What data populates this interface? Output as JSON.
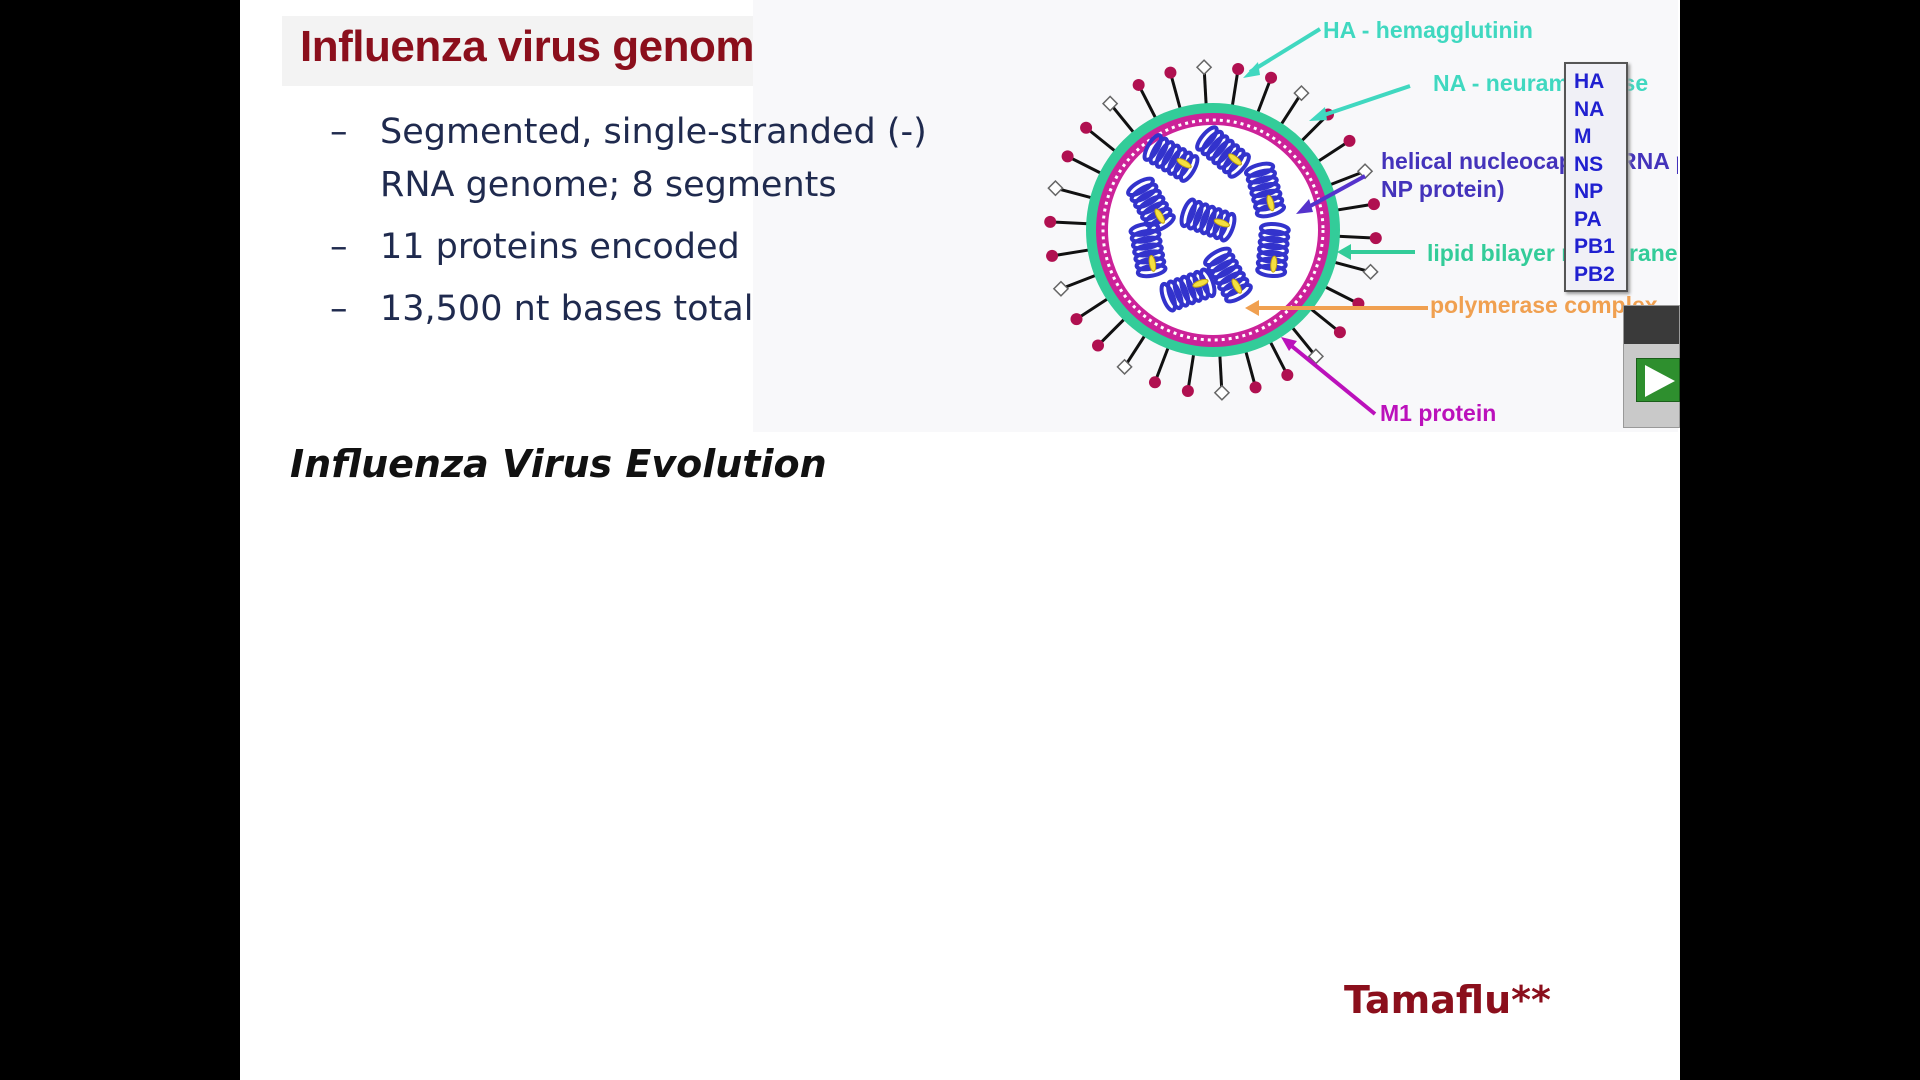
{
  "slide": {
    "title": "Influenza virus genome",
    "bullets": [
      {
        "dash": "–",
        "text": "Segmented, single-stranded (-) RNA genome; 8 segments"
      },
      {
        "dash": "–",
        "text": "11 proteins encoded"
      },
      {
        "dash": "–",
        "text": "13,500 nt bases total"
      }
    ],
    "subheading": "Influenza Virus Evolution",
    "footer_note": "Tamaflu**"
  },
  "diagram": {
    "labels": {
      "ha": "HA - hemagglutinin",
      "na": "NA - neuraminidase",
      "nucleocapsid_line1": "helical nucleocapsid (RNA plus",
      "nucleocapsid_line2": "NP protein)",
      "membrane": "lipid bilayer membrane",
      "polymerase": "polymerase complex",
      "m1": "M1 protein"
    },
    "gene_segments": [
      "HA",
      "NA",
      "M",
      "NS",
      "NP",
      "PA",
      "PB1",
      "PB2"
    ],
    "colors": {
      "envelope": "#33cc99",
      "matrix": "#cc2299",
      "nucleocapsid": "#3333cc",
      "polymerase": "#f0a050",
      "m1_label": "#bb11bb",
      "title": "#8b0f1c"
    }
  },
  "media_control": {
    "icon": "play-icon"
  }
}
